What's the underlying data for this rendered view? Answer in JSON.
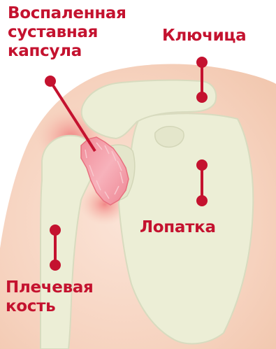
{
  "diagram": {
    "colors": {
      "label": "#c4122f",
      "bone_fill": "#eceed6",
      "bone_stroke": "#d8dbbf",
      "skin": "#f6d3c0",
      "background": "#ffffff",
      "inflammation": "#f5a3aa"
    },
    "labels": {
      "capsule": "Воспаленная\nсуставная\nкапсула",
      "clavicle": "Ключица",
      "scapula": "Лопатка",
      "humerus": "Плечевая\nкость"
    }
  }
}
